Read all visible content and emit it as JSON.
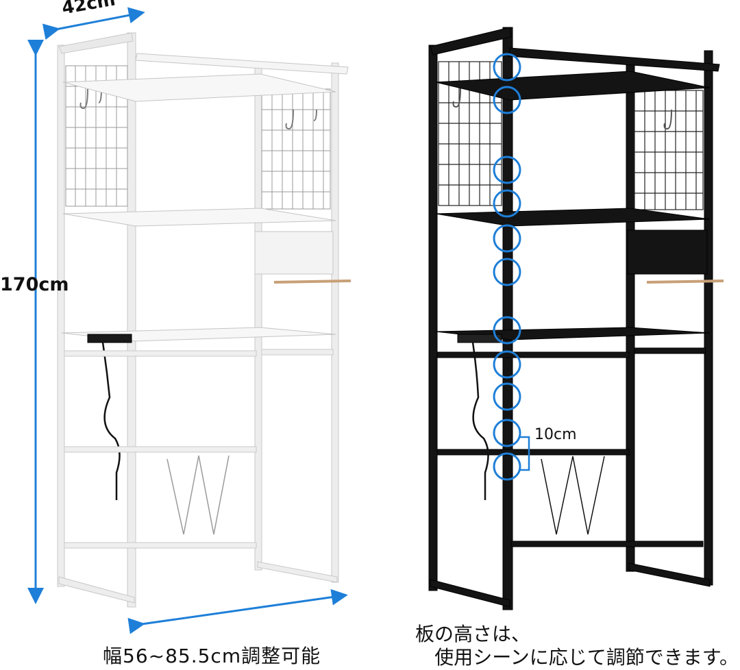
{
  "dimensions": {
    "depth": "42cm",
    "height": "170cm",
    "width": "幅56~85.5cm調整可能"
  },
  "adjustment": {
    "step": "10cm",
    "caption_line1": "板の高さは、",
    "caption_line2": "使用シーンに応じて調節できます。"
  },
  "colors": {
    "white_frame": "#e8e8e8",
    "black_frame": "#111111",
    "dimension_arrow": "#1e7fd8",
    "highlight_circle": "#1e7fd8"
  },
  "variants": [
    "white-rack",
    "black-rack"
  ]
}
